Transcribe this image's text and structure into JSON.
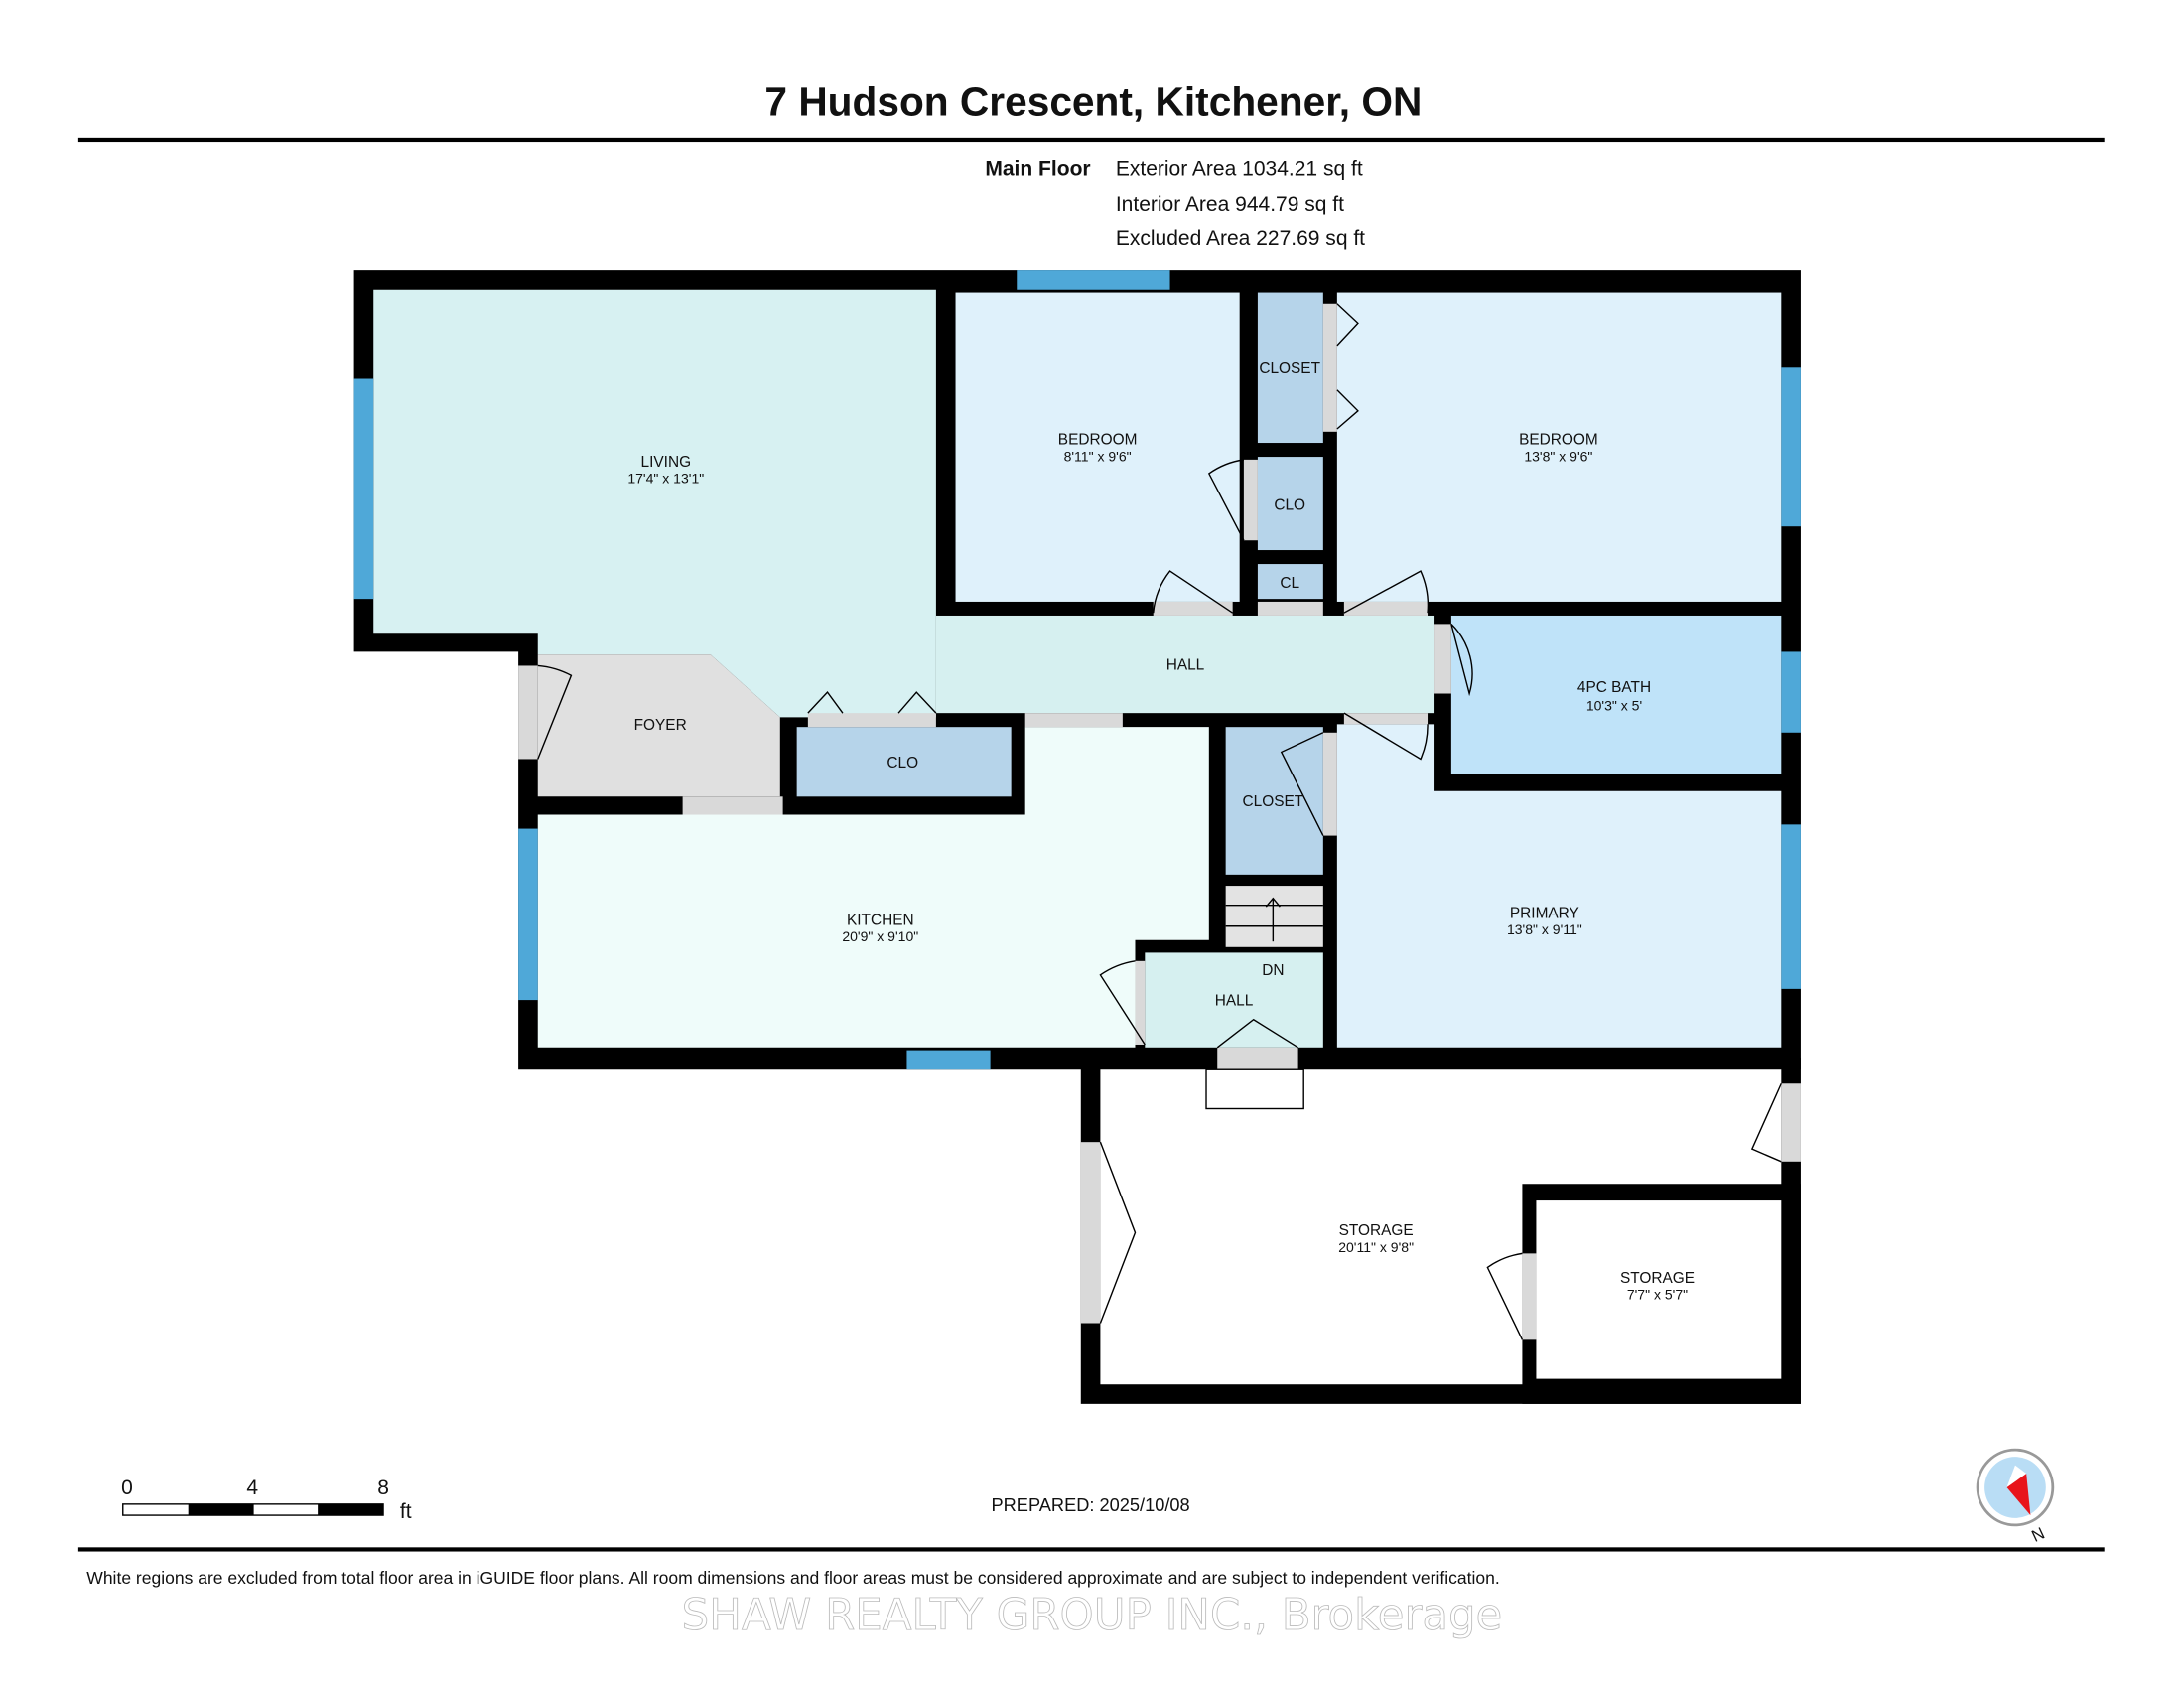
{
  "header": {
    "title": "7 Hudson Crescent, Kitchener, ON",
    "floor_label": "Main Floor",
    "exterior_area": "Exterior Area 1034.21 sq ft",
    "interior_area": "Interior Area 944.79 sq ft",
    "excluded_area": "Excluded Area 227.69 sq ft"
  },
  "rooms": {
    "living": {
      "name": "LIVING",
      "dims": "17'4\" x 13'1\""
    },
    "foyer": {
      "name": "FOYER"
    },
    "clo_foyer": {
      "name": "CLO"
    },
    "bedroom1": {
      "name": "BEDROOM",
      "dims": "8'11\" x 9'6\""
    },
    "closet_top": {
      "name": "CLOSET"
    },
    "clo_mid": {
      "name": "CLO"
    },
    "cl": {
      "name": "CL"
    },
    "bedroom2": {
      "name": "BEDROOM",
      "dims": "13'8\" x 9'6\""
    },
    "hall": {
      "name": "HALL"
    },
    "bath": {
      "name": "4PC BATH",
      "dims": "10'3\" x 5'"
    },
    "kitchen": {
      "name": "KITCHEN",
      "dims": "20'9\" x 9'10\""
    },
    "closet_low": {
      "name": "CLOSET"
    },
    "stairs": {
      "name": "DN"
    },
    "hall2": {
      "name": "HALL"
    },
    "primary": {
      "name": "PRIMARY",
      "dims": "13'8\" x 9'11\""
    },
    "storage": {
      "name": "STORAGE",
      "dims": "20'11\" x 9'8\""
    },
    "storage2": {
      "name": "STORAGE",
      "dims": "7'7\" x 5'7\""
    }
  },
  "scale_bar": {
    "ticks": [
      "0",
      "4",
      "8"
    ],
    "unit": "ft"
  },
  "prepared": "PREPARED: 2025/10/08",
  "compass": {
    "label": "N"
  },
  "disclaimer": "White regions are excluded from total floor area in iGUIDE floor plans. All room dimensions and floor areas must be considered approximate and are subject to independent verification.",
  "watermark": "SHAW REALTY GROUP INC., Brokerage",
  "colors": {
    "wall": "#000000",
    "window": "#4fa8d8",
    "door_gap": "#d9d9d9",
    "living": "#d7f1f2",
    "bedroom": "#dff1fb",
    "closet": "#b6d4ea",
    "bath": "#bfe3f9",
    "kitchen": "#effcfa",
    "foyer": "#e0e0e0"
  }
}
